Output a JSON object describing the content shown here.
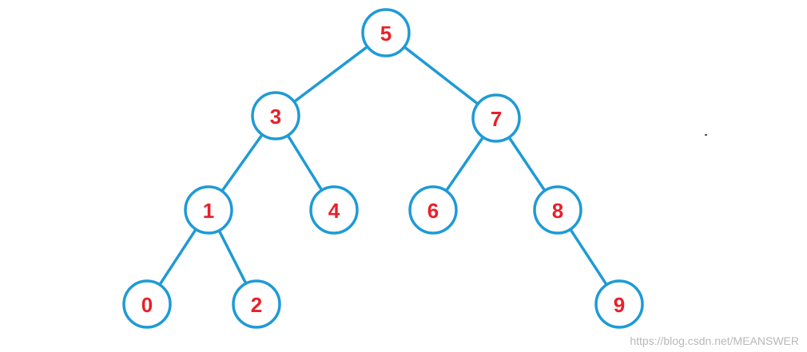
{
  "tree": {
    "nodes": [
      {
        "id": "n5",
        "label": "5"
      },
      {
        "id": "n3",
        "label": "3"
      },
      {
        "id": "n7",
        "label": "7"
      },
      {
        "id": "n1",
        "label": "1"
      },
      {
        "id": "n4",
        "label": "4"
      },
      {
        "id": "n6",
        "label": "6"
      },
      {
        "id": "n8",
        "label": "8"
      },
      {
        "id": "n0",
        "label": "0"
      },
      {
        "id": "n2",
        "label": "2"
      },
      {
        "id": "n9",
        "label": "9"
      }
    ],
    "edges": [
      {
        "from": "n5",
        "to": "n3"
      },
      {
        "from": "n5",
        "to": "n7"
      },
      {
        "from": "n3",
        "to": "n1"
      },
      {
        "from": "n3",
        "to": "n4"
      },
      {
        "from": "n7",
        "to": "n6"
      },
      {
        "from": "n7",
        "to": "n8"
      },
      {
        "from": "n1",
        "to": "n0"
      },
      {
        "from": "n1",
        "to": "n2"
      },
      {
        "from": "n8",
        "to": "n9"
      }
    ]
  },
  "colors": {
    "edge": "#1f9ad6",
    "node_stroke": "#1f9ad6",
    "label": "#e8202a"
  },
  "watermark": "https://blog.csdn.net/MEANSWER"
}
